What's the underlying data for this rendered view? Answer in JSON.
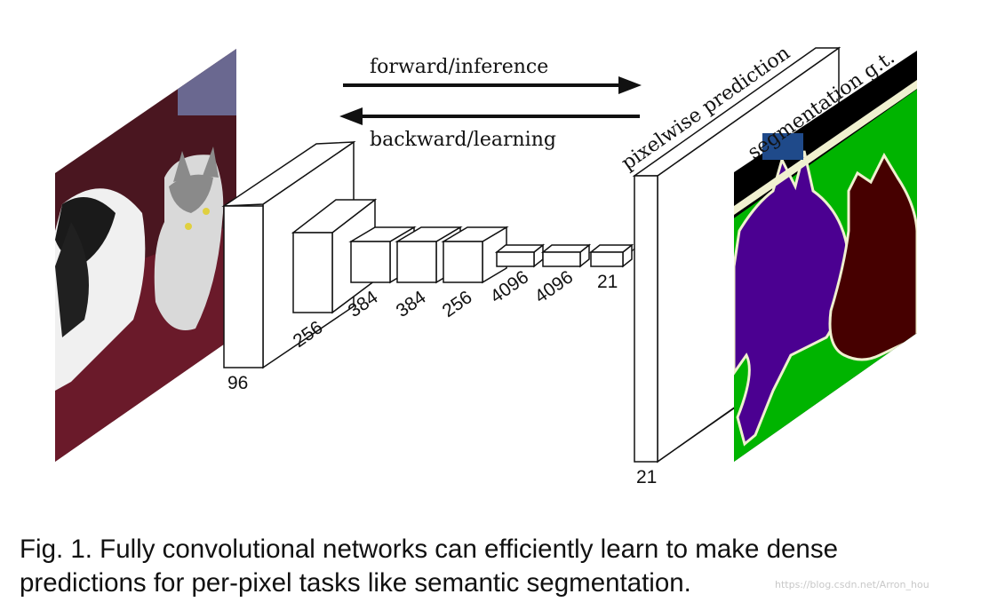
{
  "arrows": {
    "forward_label": "forward/inference",
    "backward_label": "backward/learning"
  },
  "labels": {
    "prediction": "pixelwise prediction",
    "ground_truth": "segmentation g.t."
  },
  "layers": [
    {
      "label": "96"
    },
    {
      "label": "256"
    },
    {
      "label": "384"
    },
    {
      "label": "384"
    },
    {
      "label": "256"
    },
    {
      "label": "4096"
    },
    {
      "label": "4096"
    },
    {
      "label": "21"
    }
  ],
  "output_label": "21",
  "caption": {
    "line1": "Fig. 1.  Fully convolutional networks can efficiently learn to make dense",
    "line2": "predictions for per-pixel tasks like semantic segmentation."
  },
  "watermark": "https://blog.csdn.net/Arron_hou",
  "colors": {
    "segmentation_background": "#00b400",
    "segmentation_dog": "#4b0091",
    "segmentation_cat": "#460000",
    "segmentation_void": "#000000",
    "photo_background": "#4a1620",
    "photo_sofa": "#6a1a2a"
  }
}
